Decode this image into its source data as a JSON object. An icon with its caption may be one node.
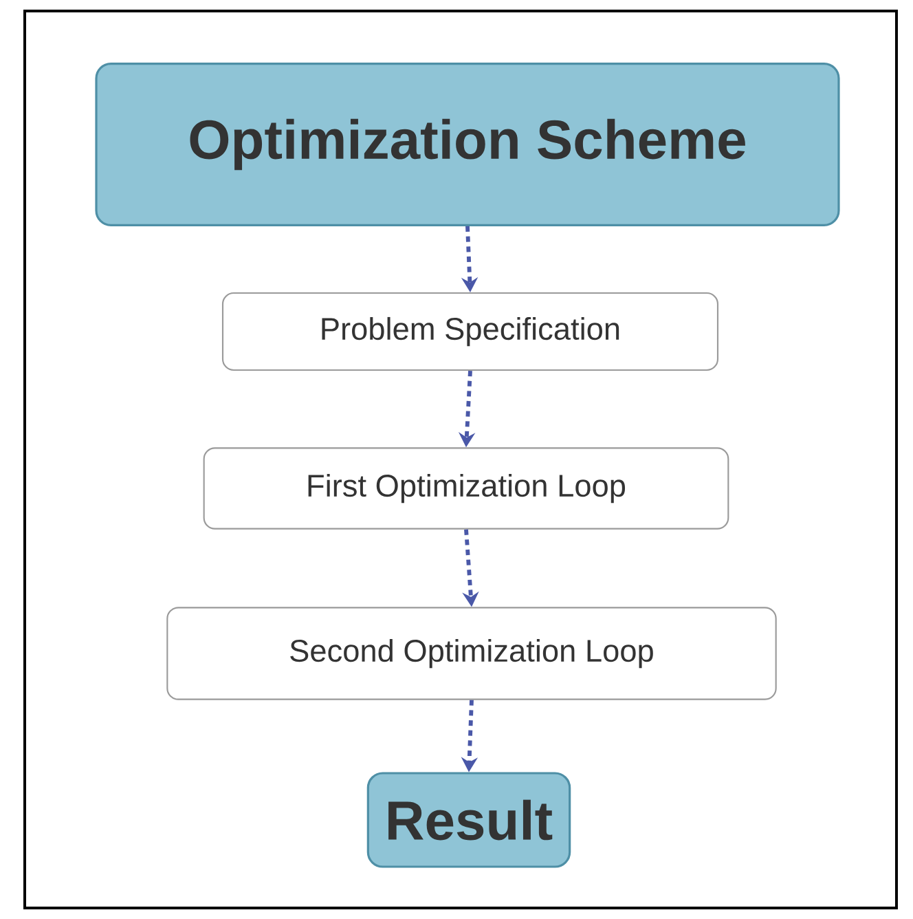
{
  "diagram": {
    "nodes": [
      {
        "text": [
          "Optimization Scheme"
        ]
      },
      {
        "text": [
          "Problem Specification"
        ]
      },
      {
        "text": [
          "First Optimization Loop"
        ]
      },
      {
        "text": [
          "Second Optimization Loop"
        ]
      },
      {
        "text": [
          "Result"
        ]
      }
    ],
    "edges": [
      {
        "from": 0,
        "to": 1,
        "arrow": "to",
        "style": "dashed"
      },
      {
        "from": 1,
        "to": 2,
        "arrow": "to",
        "style": "dashed"
      },
      {
        "from": 2,
        "to": 3,
        "arrow": "to",
        "style": "dashed"
      },
      {
        "from": 3,
        "to": 4,
        "arrow": "to",
        "style": "dashed"
      }
    ]
  }
}
